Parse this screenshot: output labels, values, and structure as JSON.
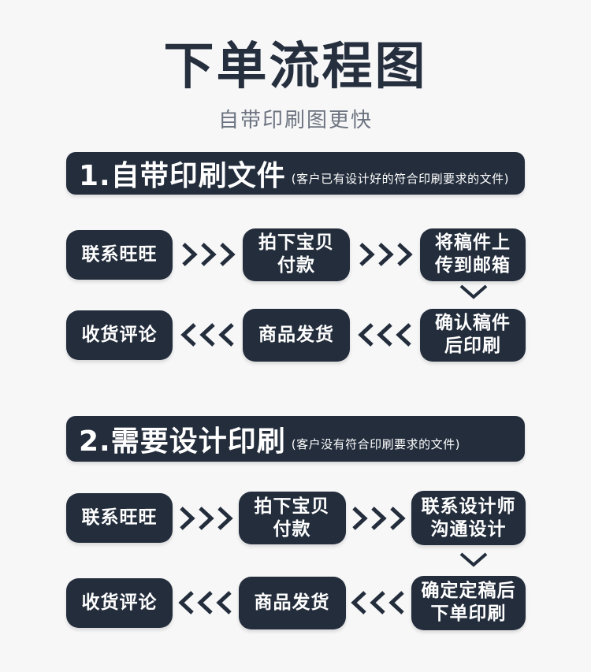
{
  "page": {
    "title": "下单流程图",
    "subtitle": "自带印刷图更快"
  },
  "colors": {
    "navy": "#232d3c",
    "background": "#f7f7f8",
    "title": "#262f3e",
    "subtitle": "#6d7480",
    "node_text": "#ffffff"
  },
  "icons": {
    "forward": "chevron-right-triple-icon",
    "backward": "chevron-left-triple-icon",
    "down": "chevron-down-icon"
  },
  "sections": [
    {
      "heading": "1.自带印刷文件",
      "heading_note": "(客户已有设计好的符合印刷要求的文件)",
      "row1": [
        {
          "lines": [
            "联系旺旺"
          ]
        },
        {
          "lines": [
            "拍下宝贝",
            "付款"
          ]
        },
        {
          "lines": [
            "将稿件上",
            "传到邮箱"
          ]
        }
      ],
      "row2": [
        {
          "lines": [
            "收货评论"
          ]
        },
        {
          "lines": [
            "商品发货"
          ]
        },
        {
          "lines": [
            "确认稿件",
            "后印刷"
          ]
        }
      ]
    },
    {
      "heading": "2.需要设计印刷",
      "heading_note": "(客户没有符合印刷要求的文件)",
      "row1": [
        {
          "lines": [
            "联系旺旺"
          ]
        },
        {
          "lines": [
            "拍下宝贝",
            "付款"
          ]
        },
        {
          "lines": [
            "联系设计师",
            "沟通设计"
          ]
        }
      ],
      "row2": [
        {
          "lines": [
            "收货评论"
          ]
        },
        {
          "lines": [
            "商品发货"
          ]
        },
        {
          "lines": [
            "确定定稿后",
            "下单印刷"
          ]
        }
      ]
    }
  ]
}
